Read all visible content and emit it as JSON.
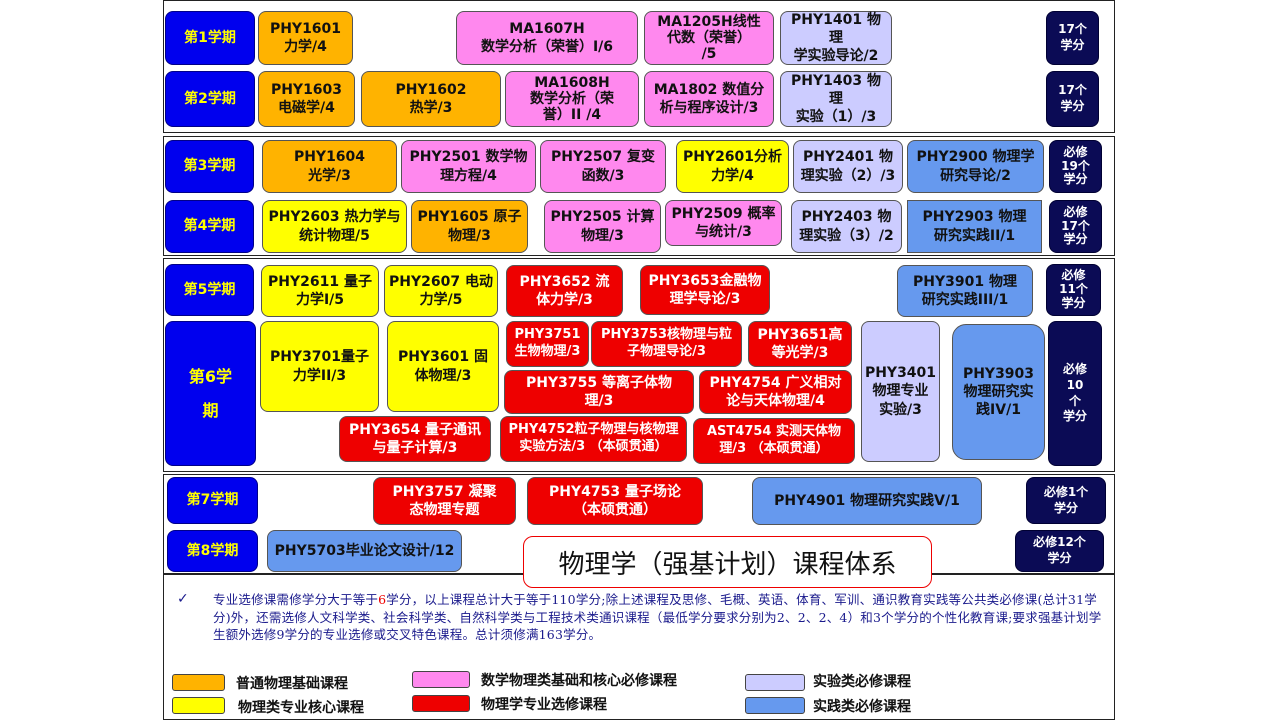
{
  "semesters": [
    "第1学期",
    "第2学期",
    "第3学期",
    "第4学期",
    "第5学期",
    "第6学\n期",
    "第7学期",
    "第8学期"
  ],
  "credits": {
    "s1": "17个\n学分",
    "s2": "17个\n学分",
    "s3": "必修\n19个\n学分",
    "s4": "必修\n17个\n学分",
    "s5": "必修\n11个\n学分",
    "s6": "必修\n10\n个\n学分",
    "s7": "必修1个\n学分",
    "s8": "必修12个\n学分"
  },
  "courses": {
    "phy1601": "PHY1601\n力学/4",
    "ma1607h": "MA1607H\n数学分析（荣誉）I/6",
    "ma1205h": "MA1205H线性\n代数（荣誉）\n/5",
    "phy1401": "PHY1401 物理\n学实验导论/2",
    "phy1603": "PHY1603\n电磁学/4",
    "phy1602": "PHY1602\n热学/3",
    "ma1608h": "MA1608H\n数学分析（荣\n誉）II /4",
    "ma1802": "MA1802 数值分\n析与程序设计/3",
    "phy1403": "PHY1403 物理\n实验（1）/3",
    "phy1604": "PHY1604\n光学/3",
    "phy2501": "PHY2501 数学物\n理方程/4",
    "phy2507": "PHY2507 复变\n函数/3",
    "phy2601": "PHY2601分析\n力学/4",
    "phy2401": "PHY2401 物\n理实验（2）/3",
    "phy2900": "PHY2900 物理学\n研究导论/2",
    "phy2603": "PHY2603 热力学与\n统计物理/5",
    "phy1605": "PHY1605 原子\n物理/3",
    "phy2505": "PHY2505 计算\n物理/3",
    "phy2509": "PHY2509 概率\n与统计/3",
    "phy2403": "PHY2403 物\n理实验（3）/2",
    "phy2903": "PHY2903 物理\n研究实践II/1",
    "phy2611": "PHY2611 量子\n力学I/5",
    "phy2607": "PHY2607 电动\n力学/5",
    "phy3652": "PHY3652 流\n体力学/3",
    "phy3653": "PHY3653金融物\n理学导论/3",
    "phy3901": "PHY3901 物理\n研究实践III/1",
    "phy3701": "PHY3701量子\n力学II/3",
    "phy3601": "PHY3601 固\n体物理/3",
    "phy3751": "PHY3751\n生物物理/3",
    "phy3753": "PHY3753核物理与粒\n子物理导论/3",
    "phy3651": "PHY3651高\n等光学/3",
    "phy3401": "PHY3401\n物理专业\n实验/3",
    "phy3903": "PHY3903\n物理研究实\n践IV/1",
    "phy3755": "PHY3755 等离子体物\n理/3",
    "phy4754": "PHY4754 广义相对\n论与天体物理/4",
    "phy3654": "PHY3654 量子通讯\n与量子计算/3",
    "phy4752": "PHY4752粒子物理与核物理\n实验方法/3 （本硕贯通）",
    "ast4754": "AST4754 实测天体物\n理/3 （本硕贯通）",
    "phy3757": "PHY3757 凝聚\n态物理专题",
    "phy4753": "PHY4753 量子场论\n（本硕贯通）",
    "phy4901": "PHY4901 物理研究实践V/1",
    "phy5703": "PHY5703毕业论文设计/12"
  },
  "title": "物理学（强基计划）课程体系",
  "note": {
    "check": "✓",
    "part1": "专业选修课需修学分大于等于",
    "highlight": "6",
    "part2": "学分，以上课程总计大于等于110学分;除上述课程及思修、毛概、英语、体育、军训、通识教育实践等公共类必修课(总计31学分)外，还需选修人文科学类、社会科学类、自然科学类与工程技术类通识课程（最低学分要求分别为2、2、2、4）和3个学分的个性化教育课;要求强基计划学生额外选修9学分的专业选修或交叉特色课程。总计须修满163学分。"
  },
  "legend": {
    "orange": "普通物理基础课程",
    "yellow": "物理类专业核心课程",
    "pink": "数学物理类基础和核心必修课程",
    "red": "物理学专业选修课程",
    "lav": "实验类必修课程",
    "blue": "实践类必修课程"
  },
  "colors": {
    "orange": "#ffb300",
    "yellow": "#ffff00",
    "pink": "#ff88ee",
    "red": "#ee0000",
    "lav": "#ccccff",
    "blue": "#6699ee",
    "semester": "#0000ee",
    "credit": "#0b0b55"
  }
}
